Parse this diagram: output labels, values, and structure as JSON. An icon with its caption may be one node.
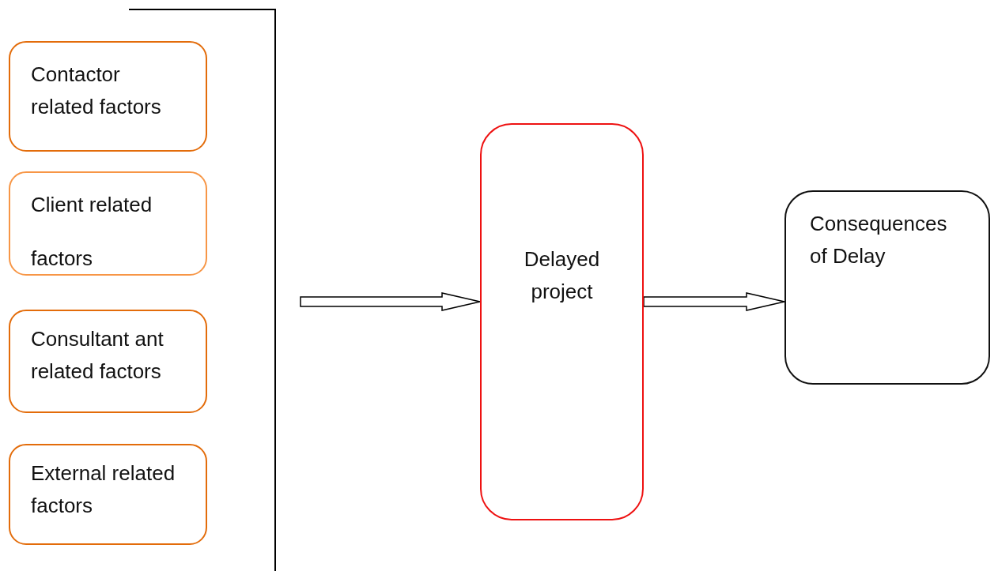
{
  "diagram": {
    "nodes": [
      {
        "text": [
          "Contactor related factors"
        ]
      },
      {
        "text": [
          "Client related factors"
        ]
      },
      {
        "text": [
          "Consultant ant related factors"
        ]
      },
      {
        "text": [
          "External related factors"
        ]
      },
      {
        "text": [
          "Delayed project"
        ]
      },
      {
        "text": [
          "Consequences of Delay"
        ]
      }
    ],
    "edges": [
      {
        "from": null,
        "to": 4,
        "arrow": "to"
      },
      {
        "from": 4,
        "to": 5,
        "arrow": "to"
      }
    ]
  }
}
